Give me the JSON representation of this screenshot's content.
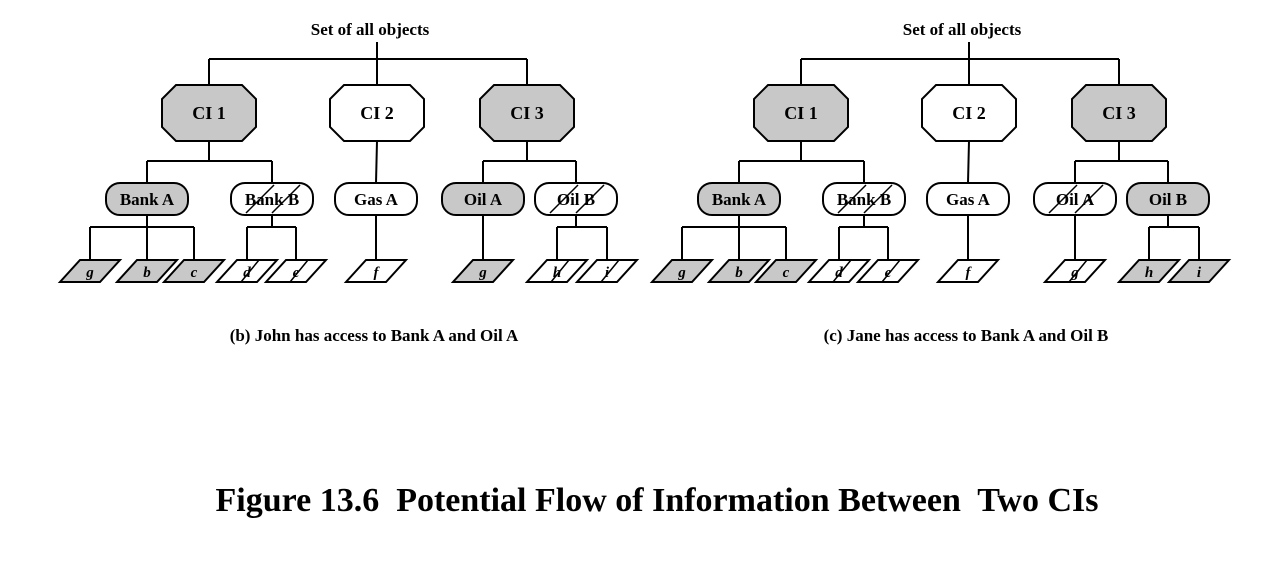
{
  "figure_caption": "Figure 13.6  Potential Flow of Information Between  Two CIs",
  "colors": {
    "accessed_fill": "#c8c8c8",
    "plain_fill": "#ffffff",
    "stroke": "#000000"
  },
  "panels": [
    {
      "root_label": "Set of all objects",
      "caption": "(b) John has access to Bank A and Oil A",
      "conflict_classes": [
        {
          "label": "CI 1",
          "shaded": true,
          "datasets": [
            {
              "label": "Bank A",
              "state": "accessed",
              "objects": [
                {
                  "label": "g",
                  "state": "accessed"
                },
                {
                  "label": "b",
                  "state": "accessed"
                },
                {
                  "label": "c",
                  "state": "accessed"
                }
              ]
            },
            {
              "label": "Bank B",
              "state": "blocked",
              "objects": [
                {
                  "label": "d",
                  "state": "blocked"
                },
                {
                  "label": "e",
                  "state": "blocked"
                }
              ]
            }
          ]
        },
        {
          "label": "CI 2",
          "shaded": false,
          "datasets": [
            {
              "label": "Gas A",
              "state": "plain",
              "objects": [
                {
                  "label": "f",
                  "state": "plain"
                }
              ]
            }
          ]
        },
        {
          "label": "CI 3",
          "shaded": true,
          "datasets": [
            {
              "label": "Oil A",
              "state": "accessed",
              "objects": [
                {
                  "label": "g",
                  "state": "accessed"
                }
              ]
            },
            {
              "label": "Oil B",
              "state": "blocked",
              "objects": [
                {
                  "label": "h",
                  "state": "blocked"
                },
                {
                  "label": "i",
                  "state": "blocked"
                }
              ]
            }
          ]
        }
      ]
    },
    {
      "root_label": "Set of all objects",
      "caption": "(c) Jane has access to Bank A and Oil B",
      "conflict_classes": [
        {
          "label": "CI 1",
          "shaded": true,
          "datasets": [
            {
              "label": "Bank A",
              "state": "accessed",
              "objects": [
                {
                  "label": "g",
                  "state": "accessed"
                },
                {
                  "label": "b",
                  "state": "accessed"
                },
                {
                  "label": "c",
                  "state": "accessed"
                }
              ]
            },
            {
              "label": "Bank B",
              "state": "blocked",
              "objects": [
                {
                  "label": "d",
                  "state": "blocked"
                },
                {
                  "label": "e",
                  "state": "blocked"
                }
              ]
            }
          ]
        },
        {
          "label": "CI 2",
          "shaded": false,
          "datasets": [
            {
              "label": "Gas A",
              "state": "plain",
              "objects": [
                {
                  "label": "f",
                  "state": "plain"
                }
              ]
            }
          ]
        },
        {
          "label": "CI 3",
          "shaded": true,
          "datasets": [
            {
              "label": "Oil A",
              "state": "blocked",
              "objects": [
                {
                  "label": "g",
                  "state": "blocked"
                }
              ]
            },
            {
              "label": "Oil B",
              "state": "accessed",
              "objects": [
                {
                  "label": "h",
                  "state": "accessed"
                },
                {
                  "label": "i",
                  "state": "accessed"
                }
              ]
            }
          ]
        }
      ]
    }
  ]
}
